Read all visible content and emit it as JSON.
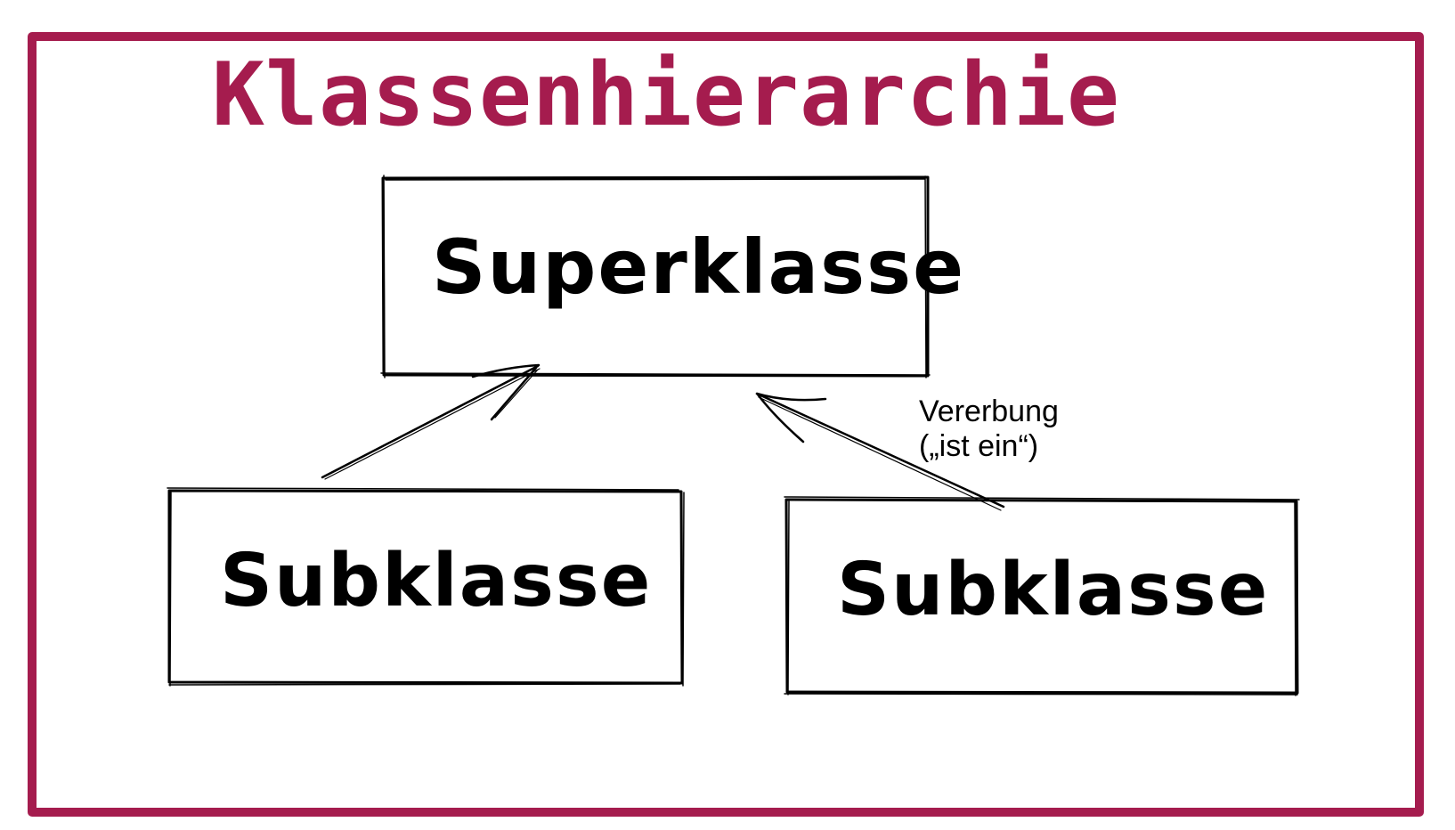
{
  "title": "Klassenhierarchie",
  "colors": {
    "accent": "#a51c4e",
    "ink": "#000000",
    "background": "#ffffff"
  },
  "nodes": {
    "superclass": {
      "label": "Superklasse"
    },
    "subclass_left": {
      "label": "Subklasse"
    },
    "subclass_right": {
      "label": "Subklasse"
    }
  },
  "edges": [
    {
      "from": "subclass_left",
      "to": "superclass",
      "type": "arrow"
    },
    {
      "from": "subclass_right",
      "to": "superclass",
      "type": "arrow"
    }
  ],
  "annotation": {
    "line1": "Vererbung",
    "line2": "(„ist ein“)"
  }
}
